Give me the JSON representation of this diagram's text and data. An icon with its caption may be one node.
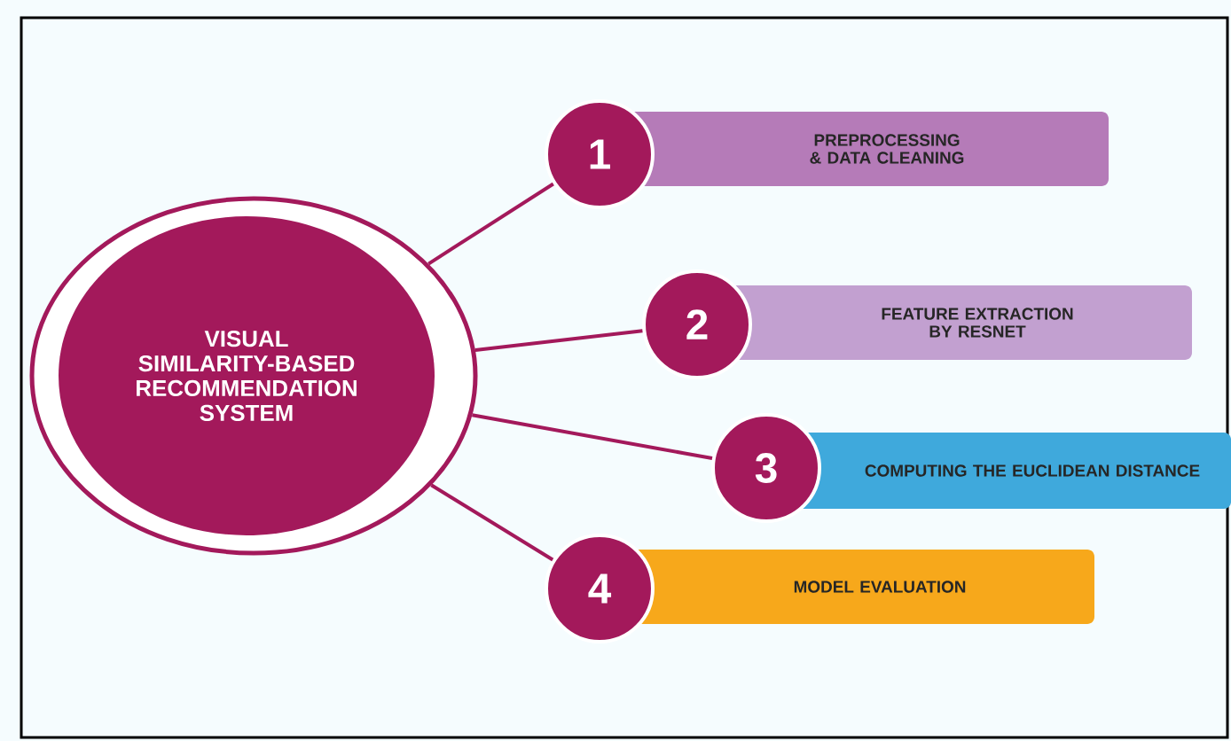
{
  "diagram": {
    "nodes": [
      {
        "text": [
          "VISUAL SIMILARITY-BASED RECOMMENDATION SYSTEM"
        ]
      },
      {
        "text": [
          "1"
        ]
      },
      {
        "text": [
          "PREPROCESSING & DATA CLEANING"
        ]
      },
      {
        "text": [
          "2"
        ]
      },
      {
        "text": [
          "FEATURE EXTRACTION BY RESNET"
        ]
      },
      {
        "text": [
          "3"
        ]
      },
      {
        "text": [
          "COMPUTING THE EUCLIDEAN DISTANCE"
        ]
      },
      {
        "text": [
          "4"
        ]
      },
      {
        "text": [
          "MODEL EVALUATION"
        ]
      }
    ],
    "edges": [
      {
        "from": 0,
        "to": 1,
        "arrow": "none"
      },
      {
        "from": 0,
        "to": 3,
        "arrow": "none"
      },
      {
        "from": 0,
        "to": 5,
        "arrow": "none"
      },
      {
        "from": 0,
        "to": 7,
        "arrow": "none"
      }
    ]
  }
}
